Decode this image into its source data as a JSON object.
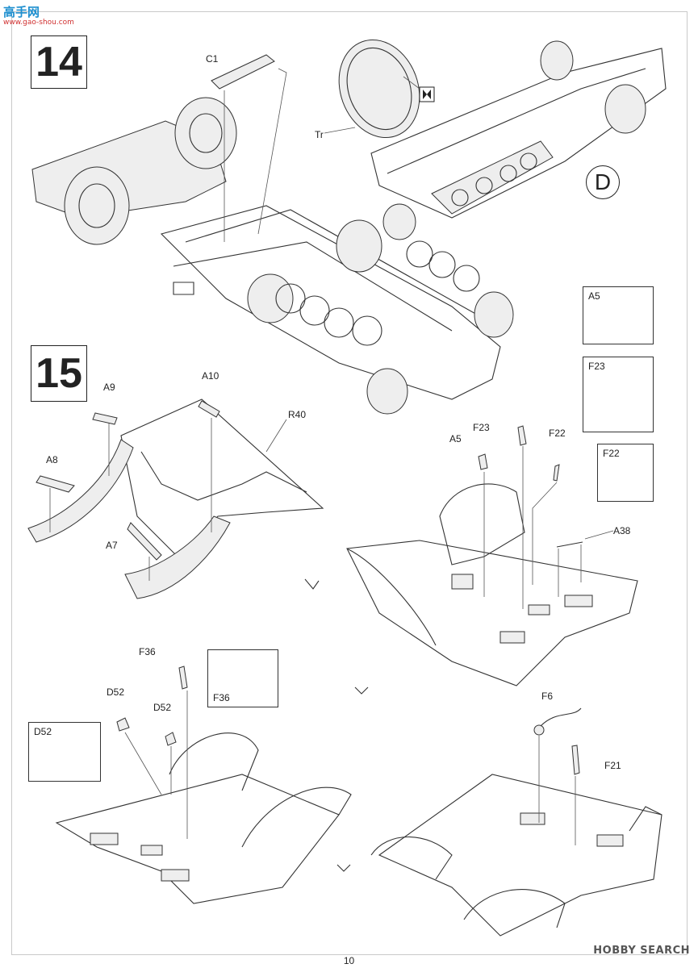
{
  "watermark": {
    "site": "高手网",
    "url": "www.gao-shou.com"
  },
  "steps": [
    {
      "number": "14"
    },
    {
      "number": "15"
    }
  ],
  "step14": {
    "callouts": {
      "c1": "C1",
      "tr": "Tr"
    },
    "view_marker": "D"
  },
  "step15": {
    "callouts": {
      "a9": "A9",
      "a10": "A10",
      "r40": "R40",
      "a8": "A8",
      "a7": "A7",
      "f23": "F23",
      "f22": "F22",
      "a5": "A5",
      "a38": "A38",
      "f36": "F36",
      "d52_left": "D52",
      "d52_right": "D52",
      "f6": "F6",
      "f21": "F21"
    },
    "detail_boxes": {
      "a5": "A5",
      "f23": "F23",
      "f22": "F22",
      "f36": "F36",
      "d52": "D52"
    }
  },
  "footer": {
    "page_number": "10",
    "brand": "HOBBY SEARCH"
  }
}
